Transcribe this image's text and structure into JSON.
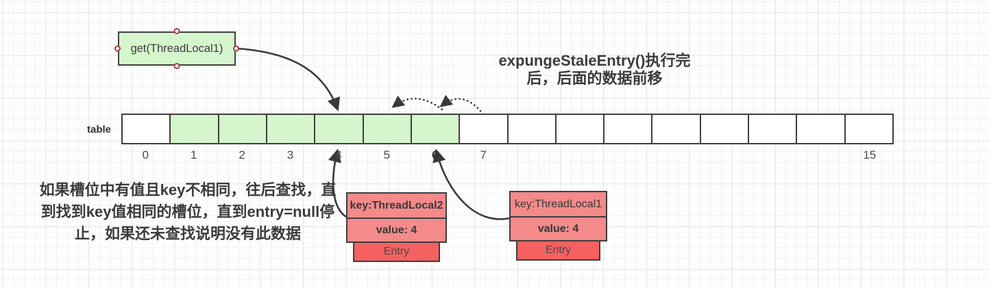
{
  "title": {
    "line1": "expungeStaleEntry()执行完",
    "line2": "后，后面的数据前移"
  },
  "get_box": {
    "label": "get(ThreadLocal1)"
  },
  "note": {
    "line1": "如果槽位中有值且key不相同，往后查找，直",
    "line2": "到找到key值相同的槽位，直到entry=null停",
    "line3": "止，如果还未查找说明没有此数据"
  },
  "array": {
    "label": "table",
    "cell_count": 16,
    "highlighted_indices": [
      1,
      2,
      3,
      4,
      5,
      6
    ],
    "index_labels": [
      "0",
      "1",
      "2",
      "3",
      "4",
      "5",
      "6",
      "7",
      "",
      "",
      "",
      "",
      "",
      "",
      "",
      "15"
    ],
    "bold_index": "6"
  },
  "entries": [
    {
      "key": "key:ThreadLocal2",
      "value": "value: 4",
      "label": "Entry",
      "key_bold": true
    },
    {
      "key": "key:ThreadLocal1",
      "value": "value: 4",
      "label": "Entry",
      "key_bold": false
    }
  ],
  "colors": {
    "green_fill": "#d5f5cd",
    "pink_fill": "#f48a8a",
    "red_fill": "#f56161",
    "shape_border": "#3f3f3f",
    "handle_ring": "#a43c38",
    "arrow_stroke": "#3a3a3a"
  }
}
